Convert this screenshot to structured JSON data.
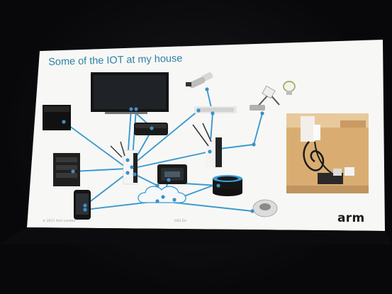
{
  "slide": {
    "title": "Some of the IOT at my house",
    "brand": "arm",
    "footer_left": "© 2017 Arm Limited",
    "footer_center": "OSS EU"
  },
  "icons": {
    "tv": "television-icon",
    "camera": "security-camera-icon",
    "router": "wifi-router-icon",
    "cloud": "cloud-icon",
    "thermostat": "thermostat-icon",
    "speaker": "smart-speaker-icon",
    "vacuum": "robot-vacuum-icon",
    "phone": "smartphone-icon",
    "nas": "nas-server-icon"
  },
  "colors": {
    "link": "#3d99cf",
    "node": "#3d8fc4",
    "title": "#2d7fa6",
    "slide": "#f7f8f6"
  }
}
